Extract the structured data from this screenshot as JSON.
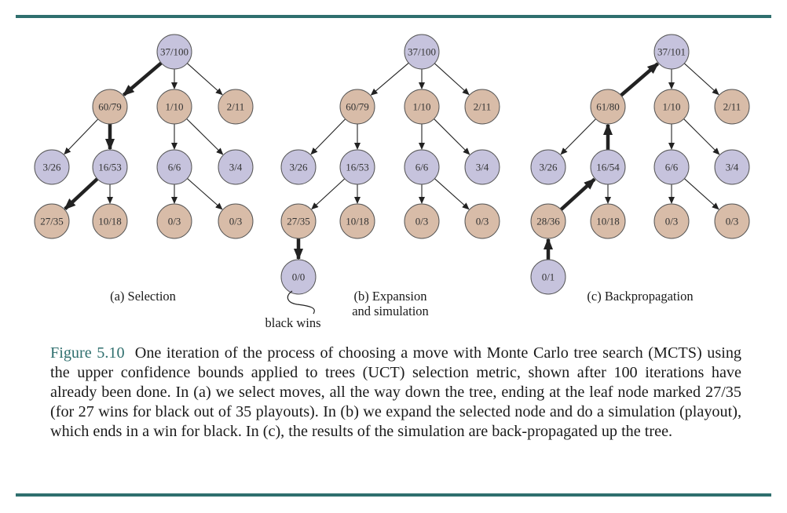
{
  "colors": {
    "purple": "#c6c3dd",
    "tan": "#d8bca8",
    "rule": "#2f6f6e",
    "edge": "#222222"
  },
  "panels": [
    {
      "caption_lines": [
        "(a) Selection"
      ],
      "nodes": [
        {
          "id": "root",
          "label": "37/100",
          "color": "purple"
        },
        {
          "id": "n1",
          "label": "60/79",
          "color": "tan"
        },
        {
          "id": "n2",
          "label": "1/10",
          "color": "tan"
        },
        {
          "id": "n3",
          "label": "2/11",
          "color": "tan"
        },
        {
          "id": "n4",
          "label": "3/26",
          "color": "purple"
        },
        {
          "id": "n5",
          "label": "16/53",
          "color": "purple"
        },
        {
          "id": "n6",
          "label": "6/6",
          "color": "purple"
        },
        {
          "id": "n7",
          "label": "3/4",
          "color": "purple"
        },
        {
          "id": "n8",
          "label": "27/35",
          "color": "tan"
        },
        {
          "id": "n9",
          "label": "10/18",
          "color": "tan"
        },
        {
          "id": "n10",
          "label": "0/3",
          "color": "tan"
        },
        {
          "id": "n11",
          "label": "0/3",
          "color": "tan"
        }
      ]
    },
    {
      "caption_lines": [
        "(b) Expansion",
        "and simulation"
      ],
      "note": "black wins",
      "nodes": [
        {
          "id": "root",
          "label": "37/100",
          "color": "purple"
        },
        {
          "id": "n1",
          "label": "60/79",
          "color": "tan"
        },
        {
          "id": "n2",
          "label": "1/10",
          "color": "tan"
        },
        {
          "id": "n3",
          "label": "2/11",
          "color": "tan"
        },
        {
          "id": "n4",
          "label": "3/26",
          "color": "purple"
        },
        {
          "id": "n5",
          "label": "16/53",
          "color": "purple"
        },
        {
          "id": "n6",
          "label": "6/6",
          "color": "purple"
        },
        {
          "id": "n7",
          "label": "3/4",
          "color": "purple"
        },
        {
          "id": "n8",
          "label": "27/35",
          "color": "tan"
        },
        {
          "id": "n9",
          "label": "10/18",
          "color": "tan"
        },
        {
          "id": "n10",
          "label": "0/3",
          "color": "tan"
        },
        {
          "id": "n11",
          "label": "0/3",
          "color": "tan"
        },
        {
          "id": "n12",
          "label": "0/0",
          "color": "purple"
        }
      ]
    },
    {
      "caption_lines": [
        "(c) Backpropagation"
      ],
      "nodes": [
        {
          "id": "root",
          "label": "37/101",
          "color": "purple"
        },
        {
          "id": "n1",
          "label": "61/80",
          "color": "tan"
        },
        {
          "id": "n2",
          "label": "1/10",
          "color": "tan"
        },
        {
          "id": "n3",
          "label": "2/11",
          "color": "tan"
        },
        {
          "id": "n4",
          "label": "3/26",
          "color": "purple"
        },
        {
          "id": "n5",
          "label": "16/54",
          "color": "purple"
        },
        {
          "id": "n6",
          "label": "6/6",
          "color": "purple"
        },
        {
          "id": "n7",
          "label": "3/4",
          "color": "purple"
        },
        {
          "id": "n8",
          "label": "28/36",
          "color": "tan"
        },
        {
          "id": "n9",
          "label": "10/18",
          "color": "tan"
        },
        {
          "id": "n10",
          "label": "0/3",
          "color": "tan"
        },
        {
          "id": "n11",
          "label": "0/3",
          "color": "tan"
        },
        {
          "id": "n12",
          "label": "0/1",
          "color": "purple"
        }
      ]
    }
  ],
  "caption": {
    "figure_number": "Figure 5.10",
    "text": "One iteration of the process of choosing a move with Monte Carlo tree search (MCTS) using the upper confidence bounds applied to trees (UCT) selection metric, shown after 100 iterations have already been done. In (a) we select moves, all the way down the tree, ending at the leaf node marked 27/35 (for 27 wins for black out of 35 playouts). In (b) we expand the selected node and do a simulation (playout), which ends in a win for black. In (c), the results of the simulation are back-propagated up the tree."
  }
}
